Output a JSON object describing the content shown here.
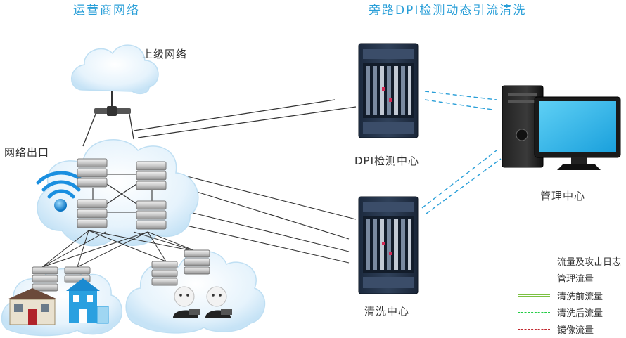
{
  "headers": {
    "left": "运营商网络",
    "right": "旁路DPI检测动态引流清洗"
  },
  "labels": {
    "upper_network": "上级网络",
    "network_exit": "网络出口",
    "dpi_center": "DPI检测中心",
    "cleaning_center": "清洗中心",
    "management_center": "管理中心"
  },
  "legend": [
    {
      "text": "流量及攻击日志",
      "color": "#2a9fd8"
    },
    {
      "text": "管理流量",
      "color": "#2a9fd8"
    },
    {
      "text": "清洗前流量",
      "color": "#7cc142"
    },
    {
      "text": "清洗后流量",
      "color": "#22cc44"
    },
    {
      "text": "镜像流量",
      "color": "#c0272d"
    }
  ]
}
